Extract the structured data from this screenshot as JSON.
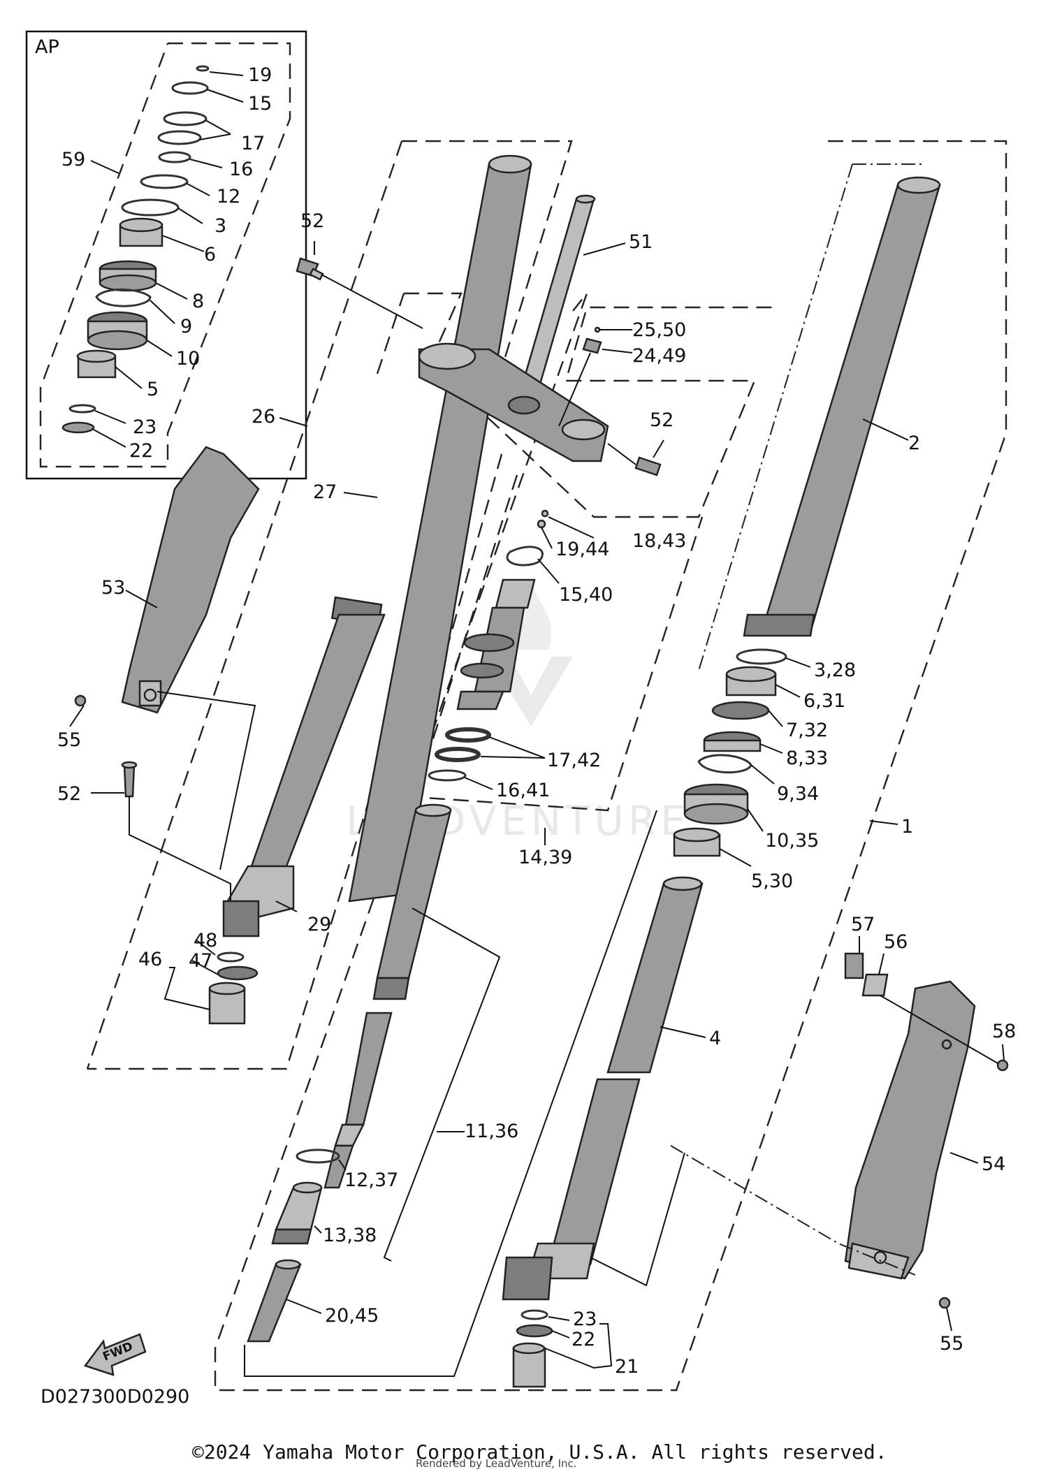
{
  "diagram": {
    "code": "D027300D0290",
    "copyright": "©2024 Yamaha Motor Corporation, U.S.A. All rights reserved.",
    "rendered_by": "Rendered by LeadVenture, Inc.",
    "watermark": "LEADVENTURE",
    "fwd_label": "FWD",
    "ap_label": "AP",
    "labels": [
      {
        "id": "19-ap",
        "text": "19"
      },
      {
        "id": "15-ap",
        "text": "15"
      },
      {
        "id": "17-ap",
        "text": "17"
      },
      {
        "id": "16-ap",
        "text": "16"
      },
      {
        "id": "12-ap",
        "text": "12"
      },
      {
        "id": "3-ap",
        "text": "3"
      },
      {
        "id": "6-ap",
        "text": "6"
      },
      {
        "id": "8-ap",
        "text": "8"
      },
      {
        "id": "9-ap",
        "text": "9"
      },
      {
        "id": "10-ap",
        "text": "10"
      },
      {
        "id": "5-ap",
        "text": "5"
      },
      {
        "id": "23-ap",
        "text": "23"
      },
      {
        "id": "22-ap",
        "text": "22"
      },
      {
        "id": "59",
        "text": "59"
      },
      {
        "id": "52-top",
        "text": "52"
      },
      {
        "id": "51",
        "text": "51"
      },
      {
        "id": "25-50",
        "text": "25,50"
      },
      {
        "id": "24-49",
        "text": "24,49"
      },
      {
        "id": "52-right",
        "text": "52"
      },
      {
        "id": "2",
        "text": "2"
      },
      {
        "id": "26",
        "text": "26"
      },
      {
        "id": "27",
        "text": "27"
      },
      {
        "id": "18-43",
        "text": "18,43"
      },
      {
        "id": "19-44",
        "text": "19,44"
      },
      {
        "id": "15-40",
        "text": "15,40"
      },
      {
        "id": "53",
        "text": "53"
      },
      {
        "id": "3-28",
        "text": "3,28"
      },
      {
        "id": "6-31",
        "text": "6,31"
      },
      {
        "id": "7-32",
        "text": "7,32"
      },
      {
        "id": "8-33",
        "text": "8,33"
      },
      {
        "id": "9-34",
        "text": "9,34"
      },
      {
        "id": "55-left",
        "text": "55"
      },
      {
        "id": "17-42",
        "text": "17,42"
      },
      {
        "id": "16-41",
        "text": "16,41"
      },
      {
        "id": "52-left",
        "text": "52"
      },
      {
        "id": "10-35",
        "text": "10,35"
      },
      {
        "id": "1",
        "text": "1"
      },
      {
        "id": "14-39",
        "text": "14,39"
      },
      {
        "id": "5-30",
        "text": "5,30"
      },
      {
        "id": "29",
        "text": "29"
      },
      {
        "id": "48",
        "text": "48"
      },
      {
        "id": "46",
        "text": "46"
      },
      {
        "id": "47",
        "text": "47"
      },
      {
        "id": "57",
        "text": "57"
      },
      {
        "id": "56",
        "text": "56"
      },
      {
        "id": "4",
        "text": "4"
      },
      {
        "id": "58",
        "text": "58"
      },
      {
        "id": "11-36",
        "text": "11,36"
      },
      {
        "id": "12-37",
        "text": "12,37"
      },
      {
        "id": "54",
        "text": "54"
      },
      {
        "id": "13-38",
        "text": "13,38"
      },
      {
        "id": "20-45",
        "text": "20,45"
      },
      {
        "id": "23-bottom",
        "text": "23"
      },
      {
        "id": "22-bottom",
        "text": "22"
      },
      {
        "id": "21",
        "text": "21"
      },
      {
        "id": "55-right",
        "text": "55"
      }
    ]
  }
}
